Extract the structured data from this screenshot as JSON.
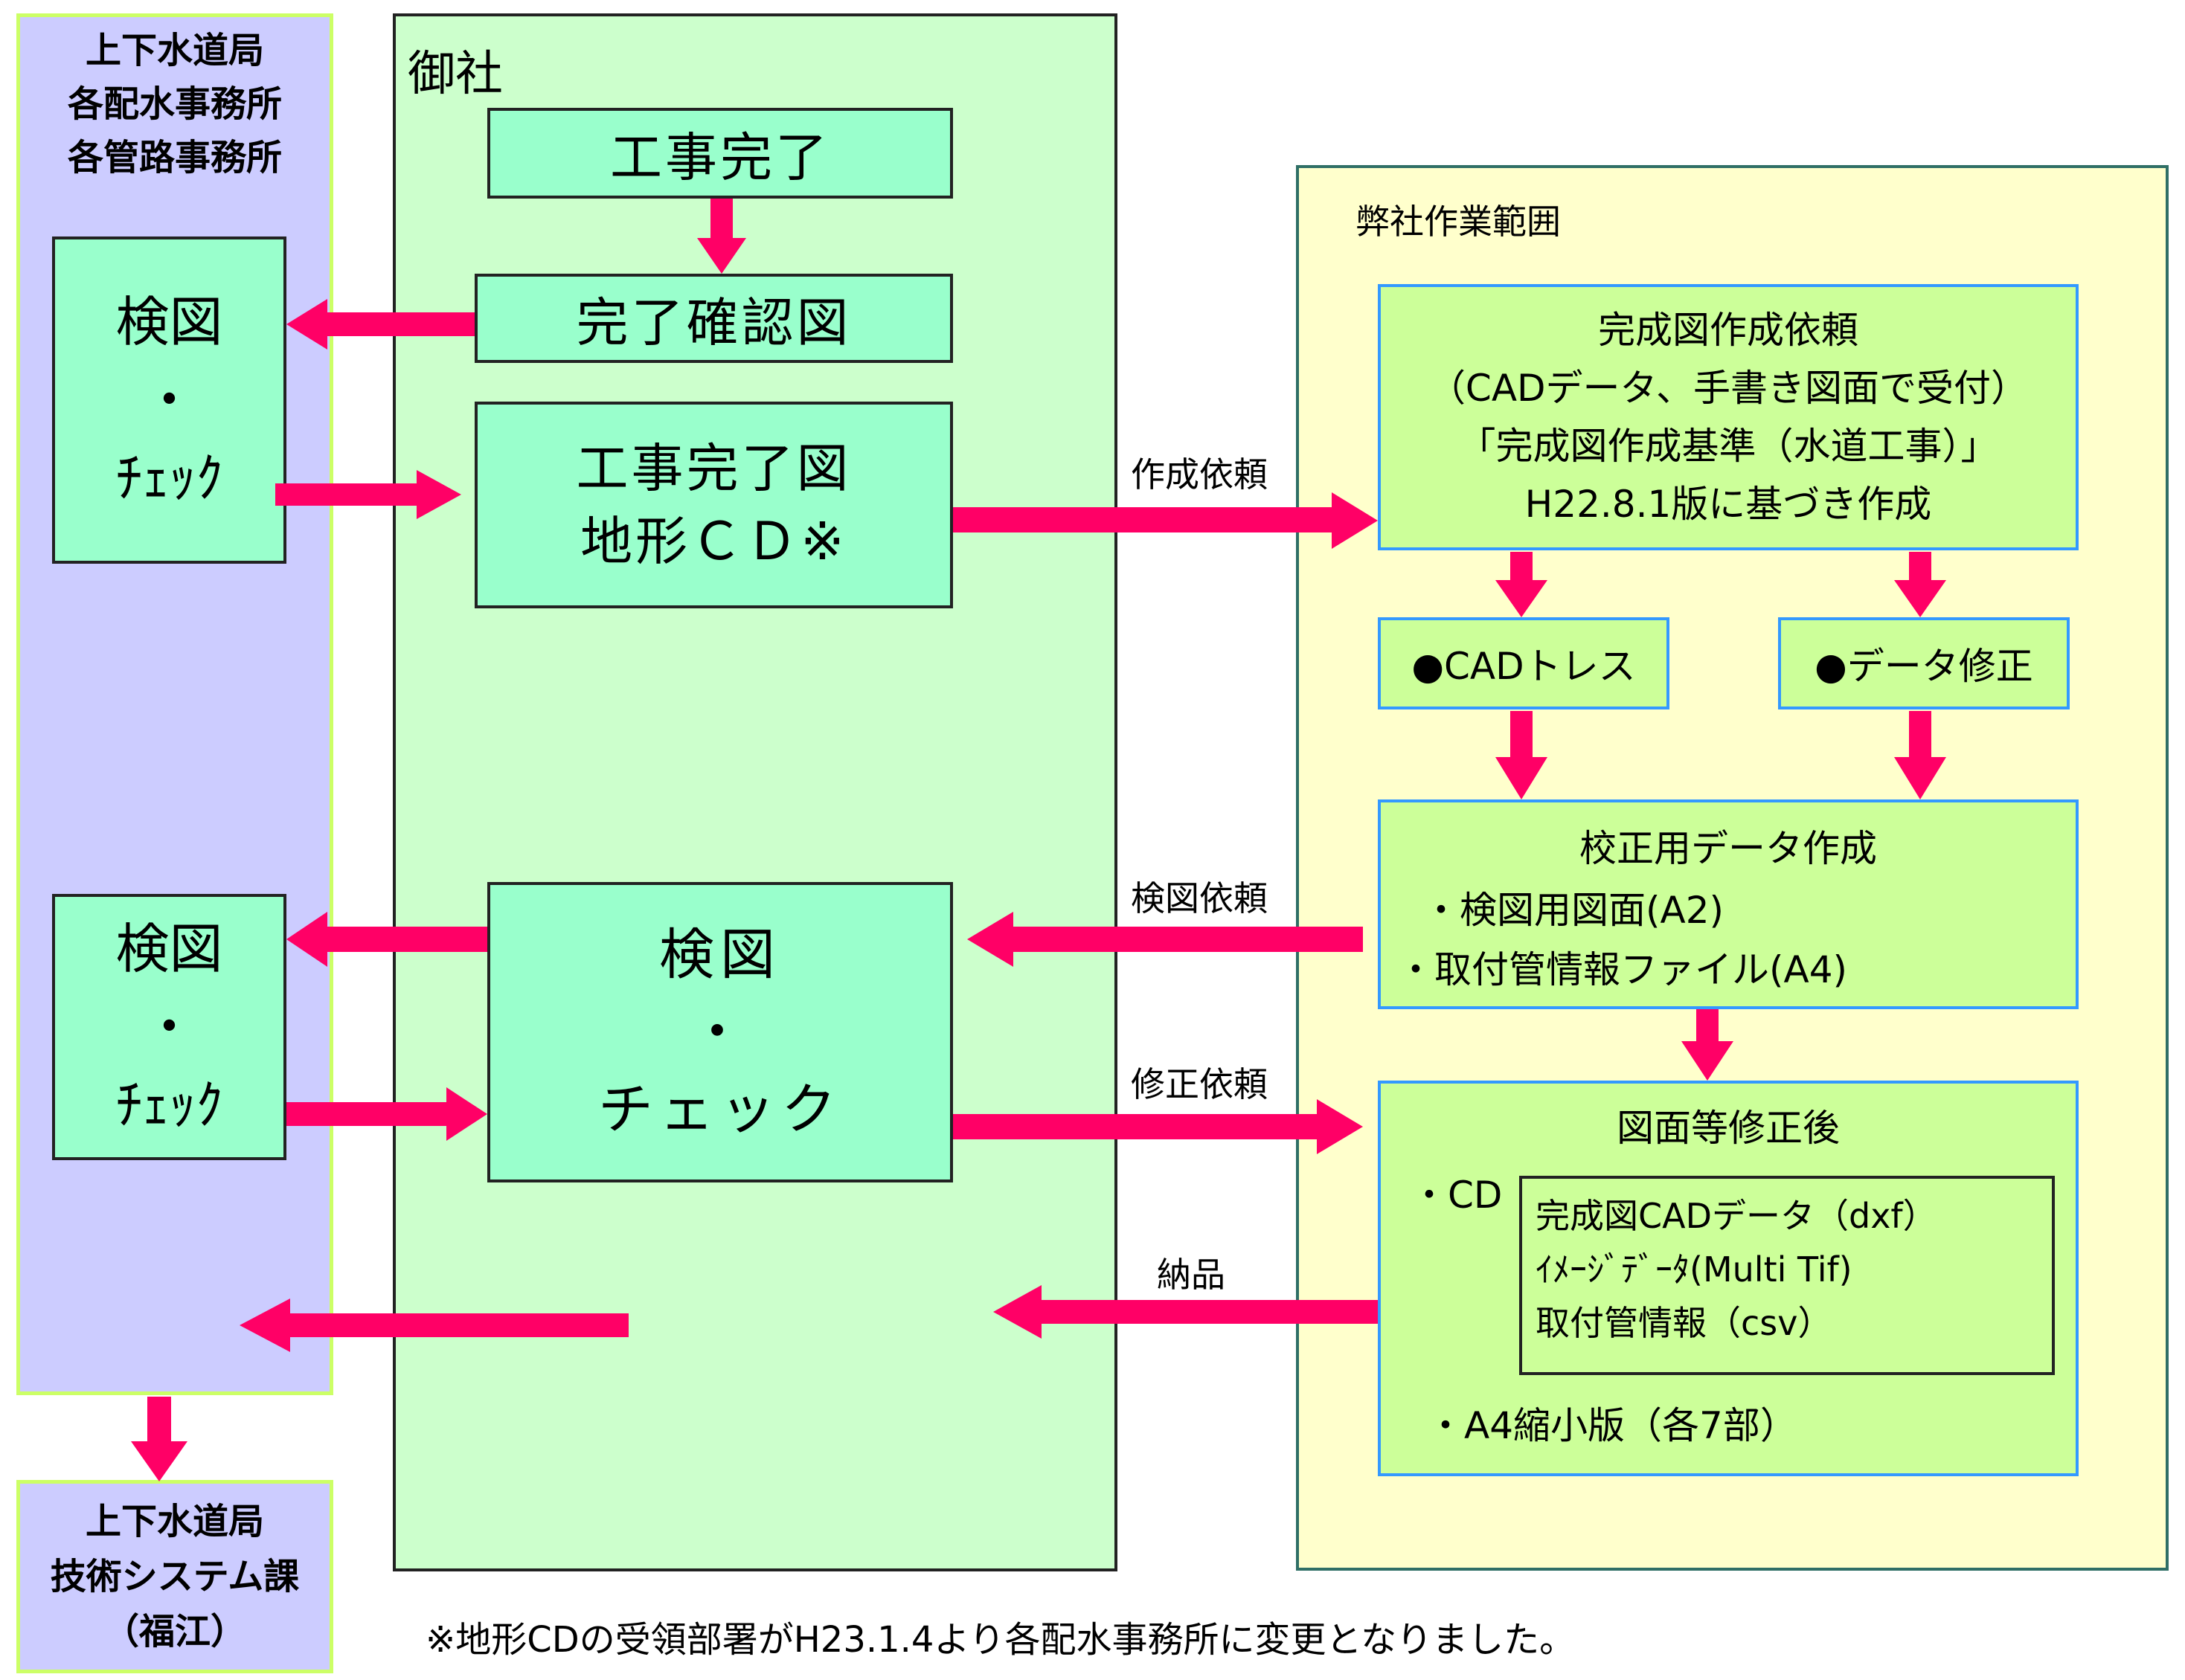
{
  "left_column": {
    "title": [
      "上下水道局",
      "各配水事務所",
      "各管路事務所"
    ],
    "check_box_1": {
      "line1": "検図",
      "line2": "・",
      "line3": "ﾁｪｯｸ"
    },
    "check_box_2": {
      "line1": "検図",
      "line2": "・",
      "line3": "ﾁｪｯｸ"
    }
  },
  "bottom_left_box": [
    "上下水道局",
    "技術システム課",
    "（福江）"
  ],
  "middle_column": {
    "title": "御社",
    "box_kouji_kanryou": "工事完了",
    "box_kanryou_kakunin": "完了確認図",
    "box_kouji_kanryou_zu": [
      "工事完了図",
      "地形ＣＤ※"
    ],
    "box_kenzu_check": [
      "検図",
      "・",
      "チェック"
    ]
  },
  "right_column": {
    "title": "弊社作業範囲",
    "box_request": [
      "完成図作成依頼",
      "（CADデータ、手書き図面で受付）",
      "「完成図作成基準（水道工事）」",
      "H22.8.1版に基づき作成"
    ],
    "box_cad_trace": "●CADトレス",
    "box_data_fix": "●データ修正",
    "box_proof": [
      "校正用データ作成",
      "・検図用図面(A2)",
      "・取付管情報ファイル(A4)"
    ],
    "box_after_fix": {
      "title": "図面等修正後",
      "cd_label": "・CD",
      "cd_contents": [
        "完成図CADデータ（dxf）",
        "ｲﾒｰｼﾞﾃﾞｰﾀ(Multi Tif)",
        "取付管情報（csv）"
      ],
      "a4_label": "・A4縮小版（各7部）"
    }
  },
  "flow_labels": {
    "sakusei_irai": "作成依頼",
    "kenzu_irai": "検図依頼",
    "shusei_irai": "修正依頼",
    "nouhin": "納品"
  },
  "footnote": "※地形CDの受領部署がH23.1.4より各配水事務所に変更となりました。",
  "colors": {
    "arrow": "#ff0066",
    "left_col": "#ccccff",
    "mid_col": "#ccffcc",
    "right_col": "#ffffcc",
    "mint_box": "#99ffcc",
    "green_box": "#ccff99"
  }
}
